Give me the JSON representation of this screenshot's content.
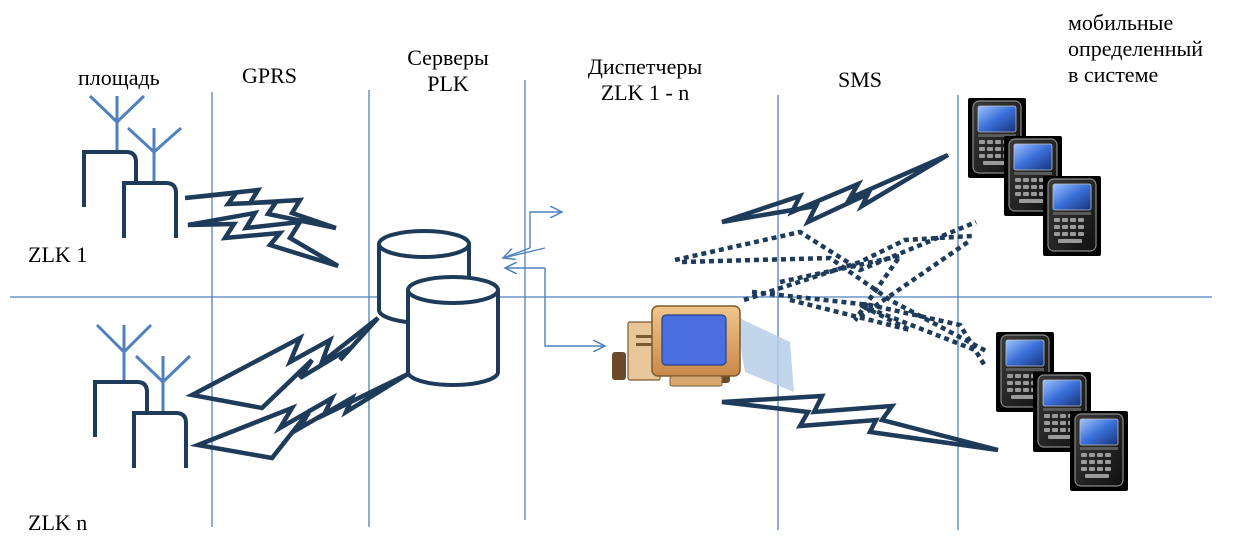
{
  "labels": {
    "area": "площадь",
    "gprs": "GPRS",
    "servers_line1": "Серверы",
    "servers_line2": "PLK",
    "dispatchers_line1": "Диспетчеры",
    "dispatchers_line2": "ZLK 1 - n",
    "sms": "SMS",
    "mobiles_line1": "мобильные",
    "mobiles_line2": "определенный",
    "mobiles_line3": "в системе",
    "zlk1": "ZLK 1",
    "zlkn": "ZLK n"
  },
  "colors": {
    "divider": "#4f81bd",
    "shape": "#1f3b5a",
    "arrow": "#4f81bd",
    "antenna": "#4f81bd",
    "text": "#000000"
  },
  "icons": {
    "antenna_unit": "antenna-terminal-icon",
    "server": "database-cylinder-icon",
    "computer": "desktop-computer-icon",
    "phone": "smartphone-icon",
    "wireless": "lightning-link-icon"
  }
}
